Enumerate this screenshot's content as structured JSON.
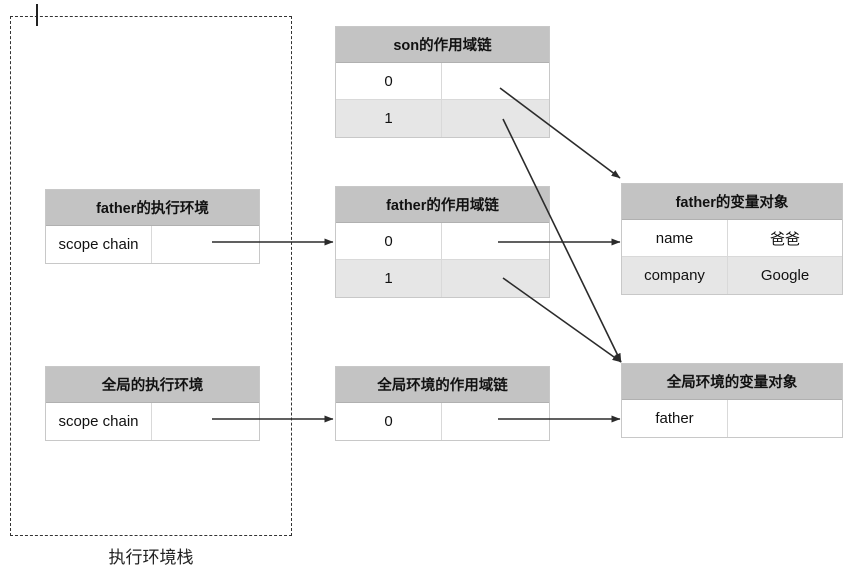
{
  "diagram": {
    "stack_label": "执行环境栈",
    "boxes": {
      "son_scope_chain": {
        "title": "son的作用域链",
        "rows": [
          {
            "key": "0",
            "value": ""
          },
          {
            "key": "1",
            "value": ""
          }
        ]
      },
      "father_exec_context": {
        "title": "father的执行环境",
        "rows": [
          {
            "key": "scope chain",
            "value": ""
          }
        ]
      },
      "father_scope_chain": {
        "title": "father的作用域链",
        "rows": [
          {
            "key": "0",
            "value": ""
          },
          {
            "key": "1",
            "value": ""
          }
        ]
      },
      "father_variable_object": {
        "title": "father的变量对象",
        "rows": [
          {
            "key": "name",
            "value": "爸爸"
          },
          {
            "key": "company",
            "value": "Google"
          }
        ]
      },
      "global_exec_context": {
        "title": "全局的执行环境",
        "rows": [
          {
            "key": "scope chain",
            "value": ""
          }
        ]
      },
      "global_scope_chain": {
        "title": "全局环境的作用域链",
        "rows": [
          {
            "key": "0",
            "value": ""
          }
        ]
      },
      "global_variable_object": {
        "title": "全局环境的变量对象",
        "rows": [
          {
            "key": "father",
            "value": ""
          }
        ]
      }
    },
    "colors": {
      "header_fill": "#c3c3c3",
      "alt_row_fill": "#e6e6e6",
      "border": "#c8c8c8",
      "arrow": "#2b2b2b",
      "dashed_border": "#333333"
    }
  }
}
